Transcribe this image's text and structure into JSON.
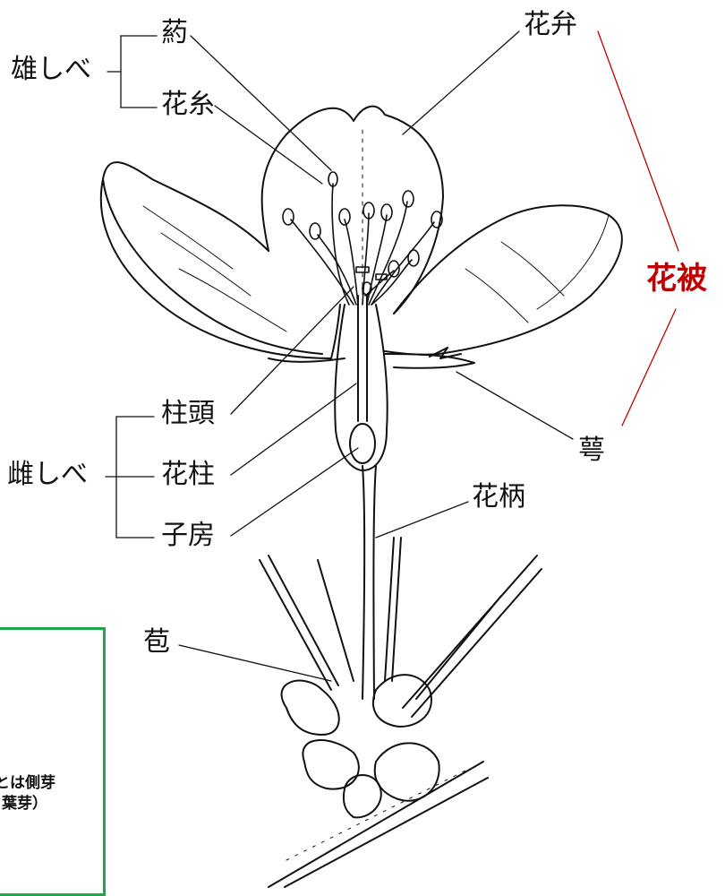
{
  "labels": {
    "stamen_group": "雄しべ",
    "anther": "葯",
    "filament": "花糸",
    "petal": "花弁",
    "perianth": "花被",
    "stigma": "柱頭",
    "pistil_group": "雌しべ",
    "style": "花柱",
    "ovary": "子房",
    "sepal": "萼",
    "pedicel": "花柄",
    "bract": "苞"
  },
  "note": {
    "line1": "とは側芽",
    "line2": "葉芽）"
  },
  "colors": {
    "line_art": "#111111",
    "perianth_accent": "#c00000",
    "note_border": "#1fa84a"
  }
}
